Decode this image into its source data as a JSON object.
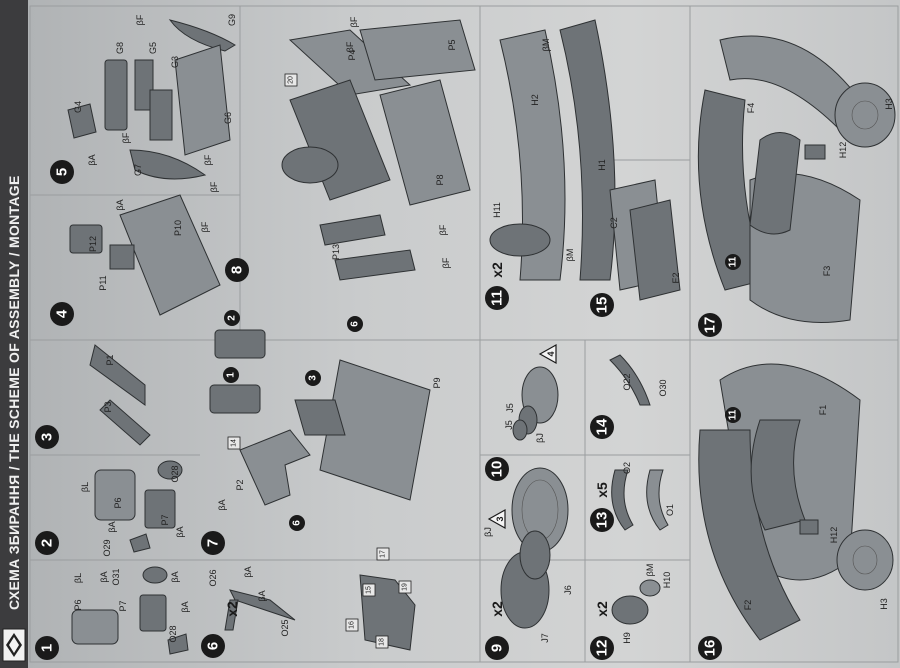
{
  "title": "СХЕМА ЗБИРАННЯ / THE SCHEME OF ASSEMBLY / MONTAGE",
  "steps": [
    {
      "num": "1",
      "labels": [
        "P6",
        "P7",
        "O31",
        "O28",
        "βL",
        "βA",
        "βA",
        "βA"
      ]
    },
    {
      "num": "2",
      "labels": [
        "P6",
        "P7",
        "O28",
        "O29",
        "βL",
        "βA",
        "βA"
      ]
    },
    {
      "num": "3",
      "labels": [
        "P1",
        "P3"
      ]
    },
    {
      "num": "4",
      "labels": [
        "P10",
        "P11",
        "P12",
        "βA",
        "βF"
      ]
    },
    {
      "num": "5",
      "labels": [
        "G3",
        "G4",
        "G5",
        "G6",
        "G7",
        "G8",
        "G9",
        "βA",
        "βF",
        "βF",
        "βF",
        "βF"
      ]
    },
    {
      "num": "6",
      "count": "x2",
      "labels": [
        "O25",
        "O26",
        "βA",
        "βA"
      ]
    },
    {
      "num": "7",
      "labels": [
        "P2",
        "βA"
      ]
    },
    {
      "num": "8",
      "labels": [
        "P4",
        "P5",
        "P8",
        "P9",
        "P13",
        "βF",
        "βF",
        "βF",
        "βF"
      ]
    },
    {
      "num": "9",
      "count": "x2",
      "labels": [
        "J6",
        "J7",
        "βJ"
      ]
    },
    {
      "num": "10",
      "labels": [
        "J5",
        "J5",
        "βJ"
      ]
    },
    {
      "num": "11",
      "count": "x2",
      "labels": [
        "H1",
        "H2",
        "H11",
        "βM",
        "βM"
      ]
    },
    {
      "num": "12",
      "count": "x2",
      "labels": [
        "H9",
        "H10",
        "βM"
      ]
    },
    {
      "num": "13",
      "count": "x5",
      "labels": [
        "O1",
        "O2"
      ]
    },
    {
      "num": "14",
      "labels": [
        "O22",
        "O30"
      ]
    },
    {
      "num": "15",
      "labels": [
        "C2",
        "E2"
      ]
    },
    {
      "num": "16",
      "labels": [
        "F1",
        "F2",
        "H3",
        "H12"
      ]
    },
    {
      "num": "17",
      "labels": [
        "F3",
        "F4",
        "H3",
        "H12"
      ]
    }
  ],
  "sub_refs": [
    "1",
    "2",
    "3",
    "6",
    "6",
    "11",
    "11"
  ],
  "box_refs": [
    "14",
    "15",
    "16",
    "17",
    "18",
    "19",
    "20"
  ],
  "triangle_refs": [
    "3",
    "4"
  ],
  "colors": {
    "paper": "#c9cbcc",
    "part": "#6e7377",
    "title_bar": "#3c3c3e"
  }
}
